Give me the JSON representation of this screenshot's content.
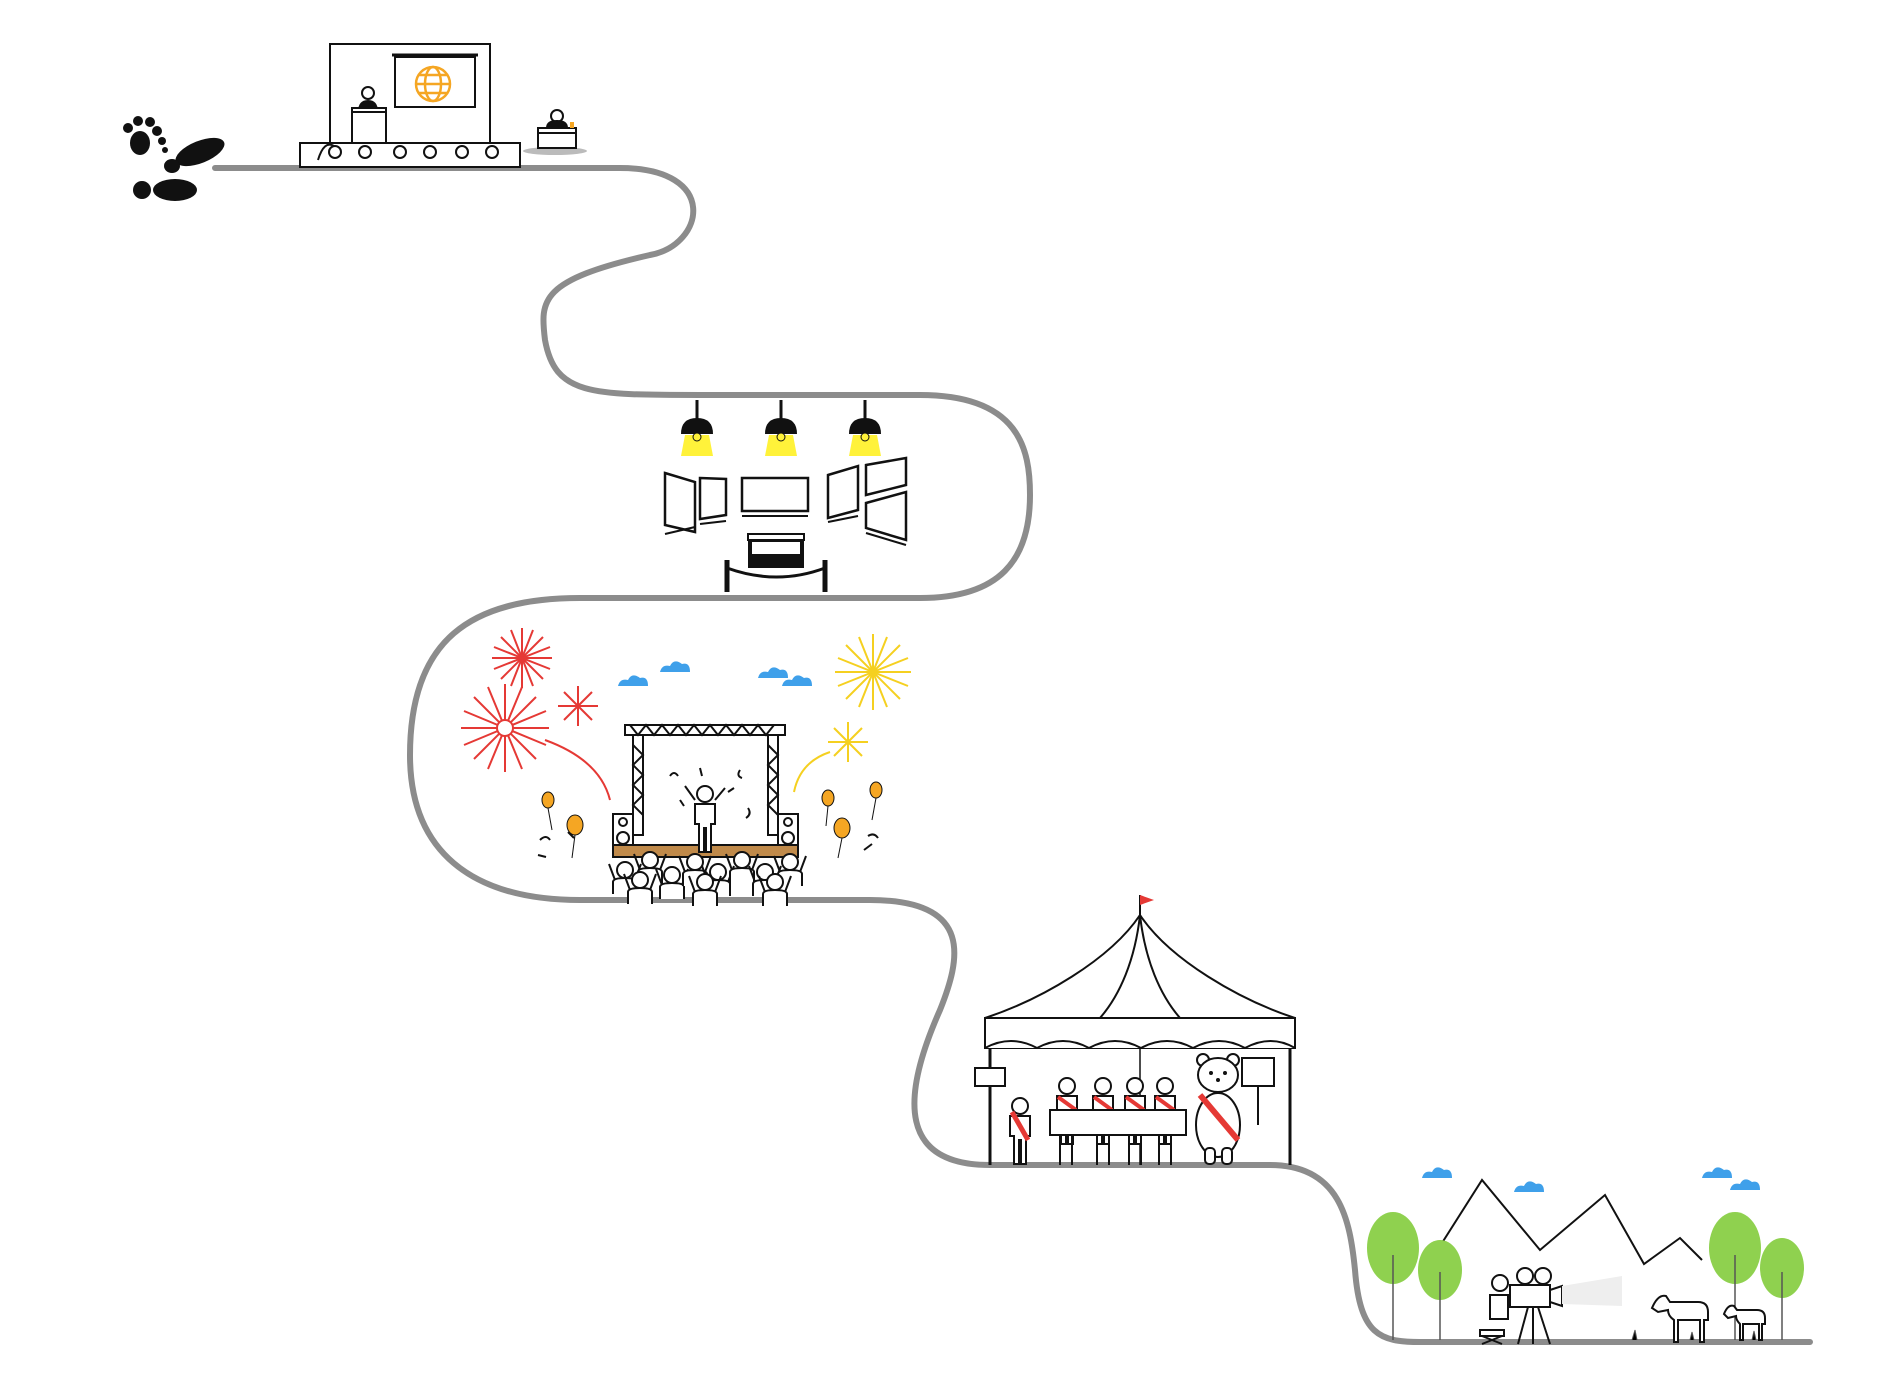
{
  "colors": {
    "path": "#8c8c8c",
    "ink": "#111111",
    "accent_orange": "#f5a623",
    "accent_red": "#e53935",
    "accent_yellow": "#f5d020",
    "cloud_blue": "#3fa0ea",
    "tree_green": "#8fd14f",
    "lamp_glow": "#fff23a"
  },
  "stations": [
    {
      "id": "start",
      "icon": "paw-and-footprints-icon"
    },
    {
      "id": "conference",
      "icon": "conference-hall-icon"
    },
    {
      "id": "exhibition",
      "icon": "art-gallery-exhibition-icon"
    },
    {
      "id": "concert",
      "icon": "outdoor-concert-fireworks-icon"
    },
    {
      "id": "promotion-tent",
      "icon": "promotion-tent-mascot-icon"
    },
    {
      "id": "film-shoot",
      "icon": "outdoor-film-shoot-icon"
    }
  ]
}
